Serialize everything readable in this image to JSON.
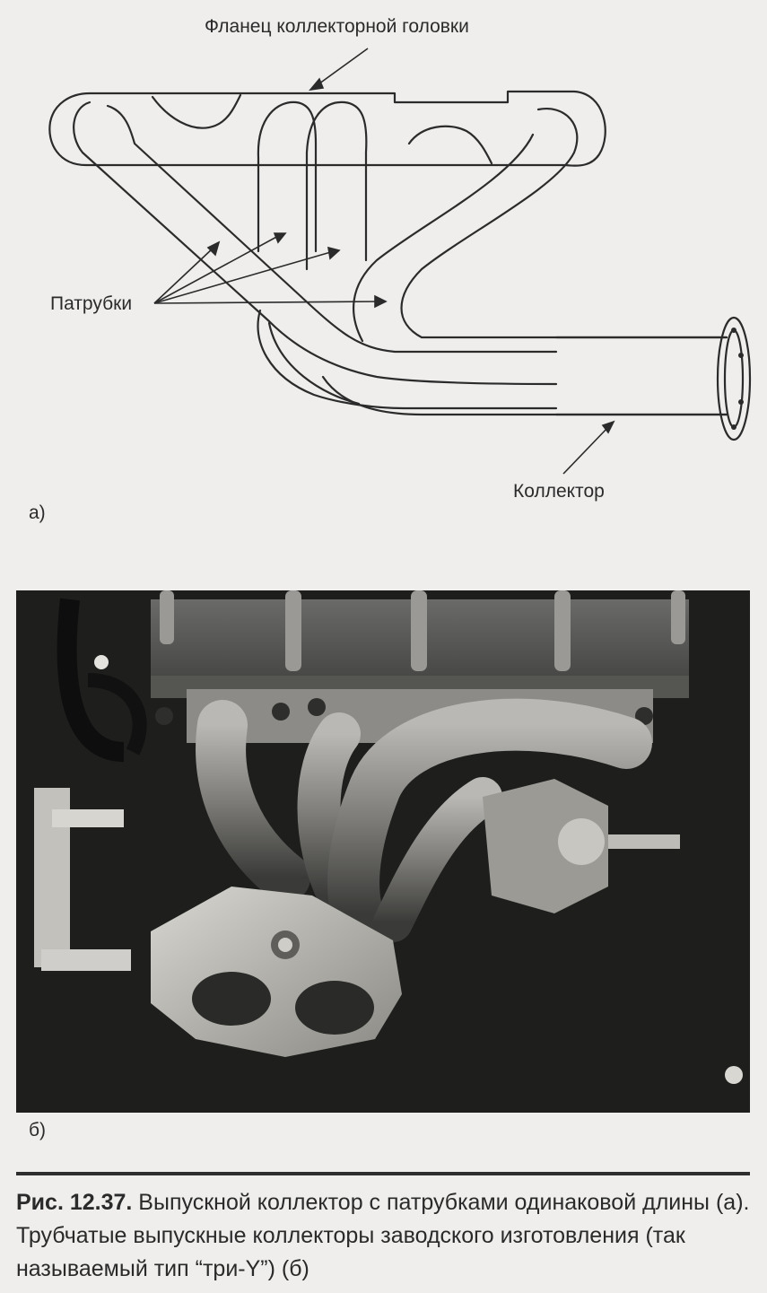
{
  "figure_a": {
    "label_flange": "Фланец коллекторной головки",
    "label_pipes": "Патрубки",
    "label_collector": "Коллектор",
    "panel_label": "а)"
  },
  "figure_b": {
    "panel_label": "б)"
  },
  "caption": {
    "number": "Рис. 12.37.",
    "text": " Выпускной коллектор с патрубками одинаковой длины (а). Трубчатые выпускные коллекторы заводского изготовления (так называемый тип “три-Y”) (б)"
  }
}
